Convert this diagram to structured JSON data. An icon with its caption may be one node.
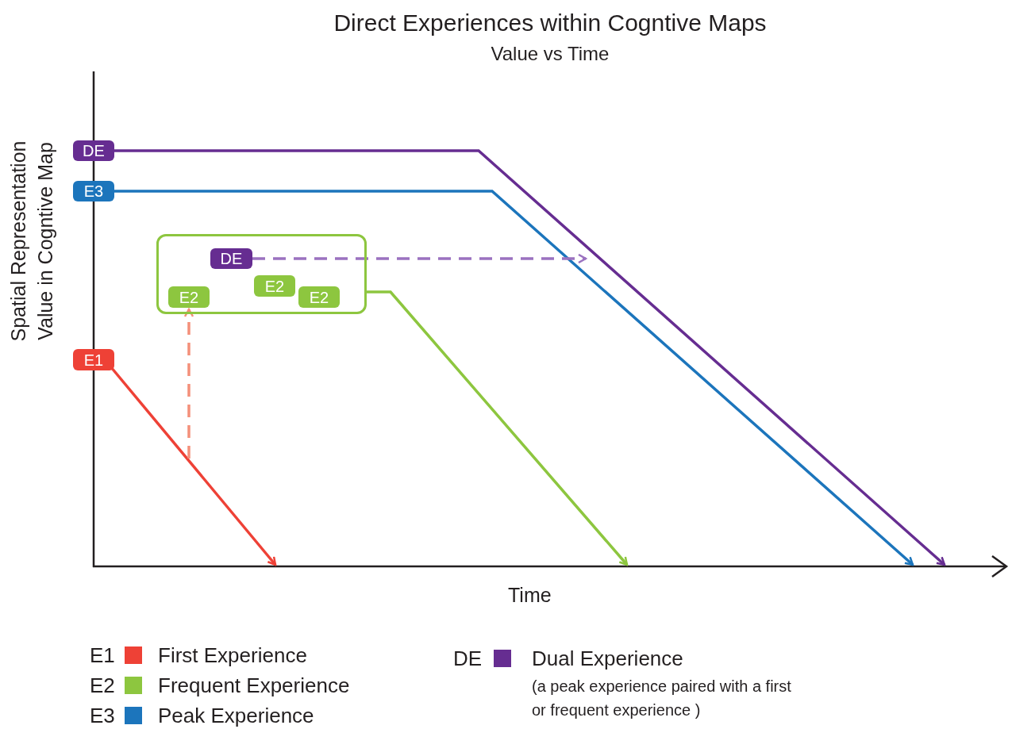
{
  "diagram": {
    "title": "Direct Experiences within Cogntive Maps",
    "nodes": [
      {
        "text": [
          "DE"
        ]
      },
      {
        "text": [
          "E3"
        ]
      },
      {
        "text": [],
        "shape": "box"
      },
      {
        "text": [
          "DE"
        ],
        "in": 2
      },
      {
        "text": [
          "E2"
        ],
        "in": 2
      },
      {
        "text": [
          "E2"
        ],
        "in": 2
      },
      {
        "text": [
          "E2"
        ],
        "in": 2
      },
      {
        "text": [
          "E1"
        ]
      }
    ],
    "edges": [
      {
        "from": 0,
        "to": null,
        "arrow": "to",
        "color": "#662d91"
      },
      {
        "from": 1,
        "to": null,
        "arrow": "to",
        "color": "#1c75bc"
      },
      {
        "from": 2,
        "to": null,
        "arrow": "to",
        "color": "#8dc63f"
      },
      {
        "from": 7,
        "to": null,
        "arrow": "to",
        "color": "#ee4136"
      },
      {
        "from": null,
        "to": 4,
        "arrow": "to",
        "style": "dashed",
        "color": "#f4907a"
      },
      {
        "from": 3,
        "to": null,
        "arrow": "to",
        "style": "dashed",
        "color": "#9b72c0"
      }
    ],
    "labels": [
      "Value vs Time",
      "Spatial Representation Value in Cogntive Map",
      "Time",
      "E1",
      "E2",
      "E3",
      "DE",
      "(a peak experience paired with a first or frequent experience )"
    ],
    "legend": [
      {
        "text": "First Experience",
        "color": "#ee4136"
      },
      {
        "text": "Frequent Experience",
        "color": "#8dc63f"
      },
      {
        "text": "Peak Experience",
        "color": "#1c75bc"
      },
      {
        "text": "Dual Experience",
        "color": "#662d91"
      }
    ]
  }
}
